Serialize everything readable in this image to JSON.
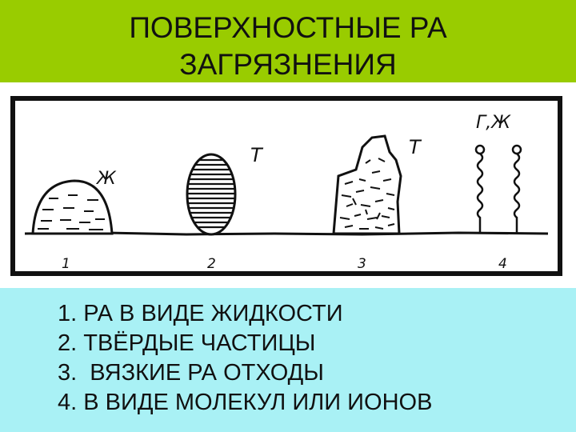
{
  "title": {
    "line1": "ПОВЕРХНОСТНЫЕ РА",
    "line2": "ЗАГРЯЗНЕНИЯ"
  },
  "diagram": {
    "items": [
      {
        "number": "1",
        "state_label": "Ж"
      },
      {
        "number": "2",
        "state_label": "Т"
      },
      {
        "number": "3",
        "state_label": "Т"
      },
      {
        "number": "4",
        "state_label": "Г,Ж"
      }
    ]
  },
  "list": [
    "1. РА В ВИДЕ ЖИДКОСТИ",
    "2. ТВЁРДЫЕ ЧАСТИЦЫ",
    "3.  ВЯЗКИЕ РА ОТХОДЫ",
    "4. В ВИДЕ МОЛЕКУЛ ИЛИ ИОНОВ"
  ],
  "colors": {
    "title_band": "#99cc00",
    "list_band": "#a9f1f5",
    "ink": "#111111"
  }
}
